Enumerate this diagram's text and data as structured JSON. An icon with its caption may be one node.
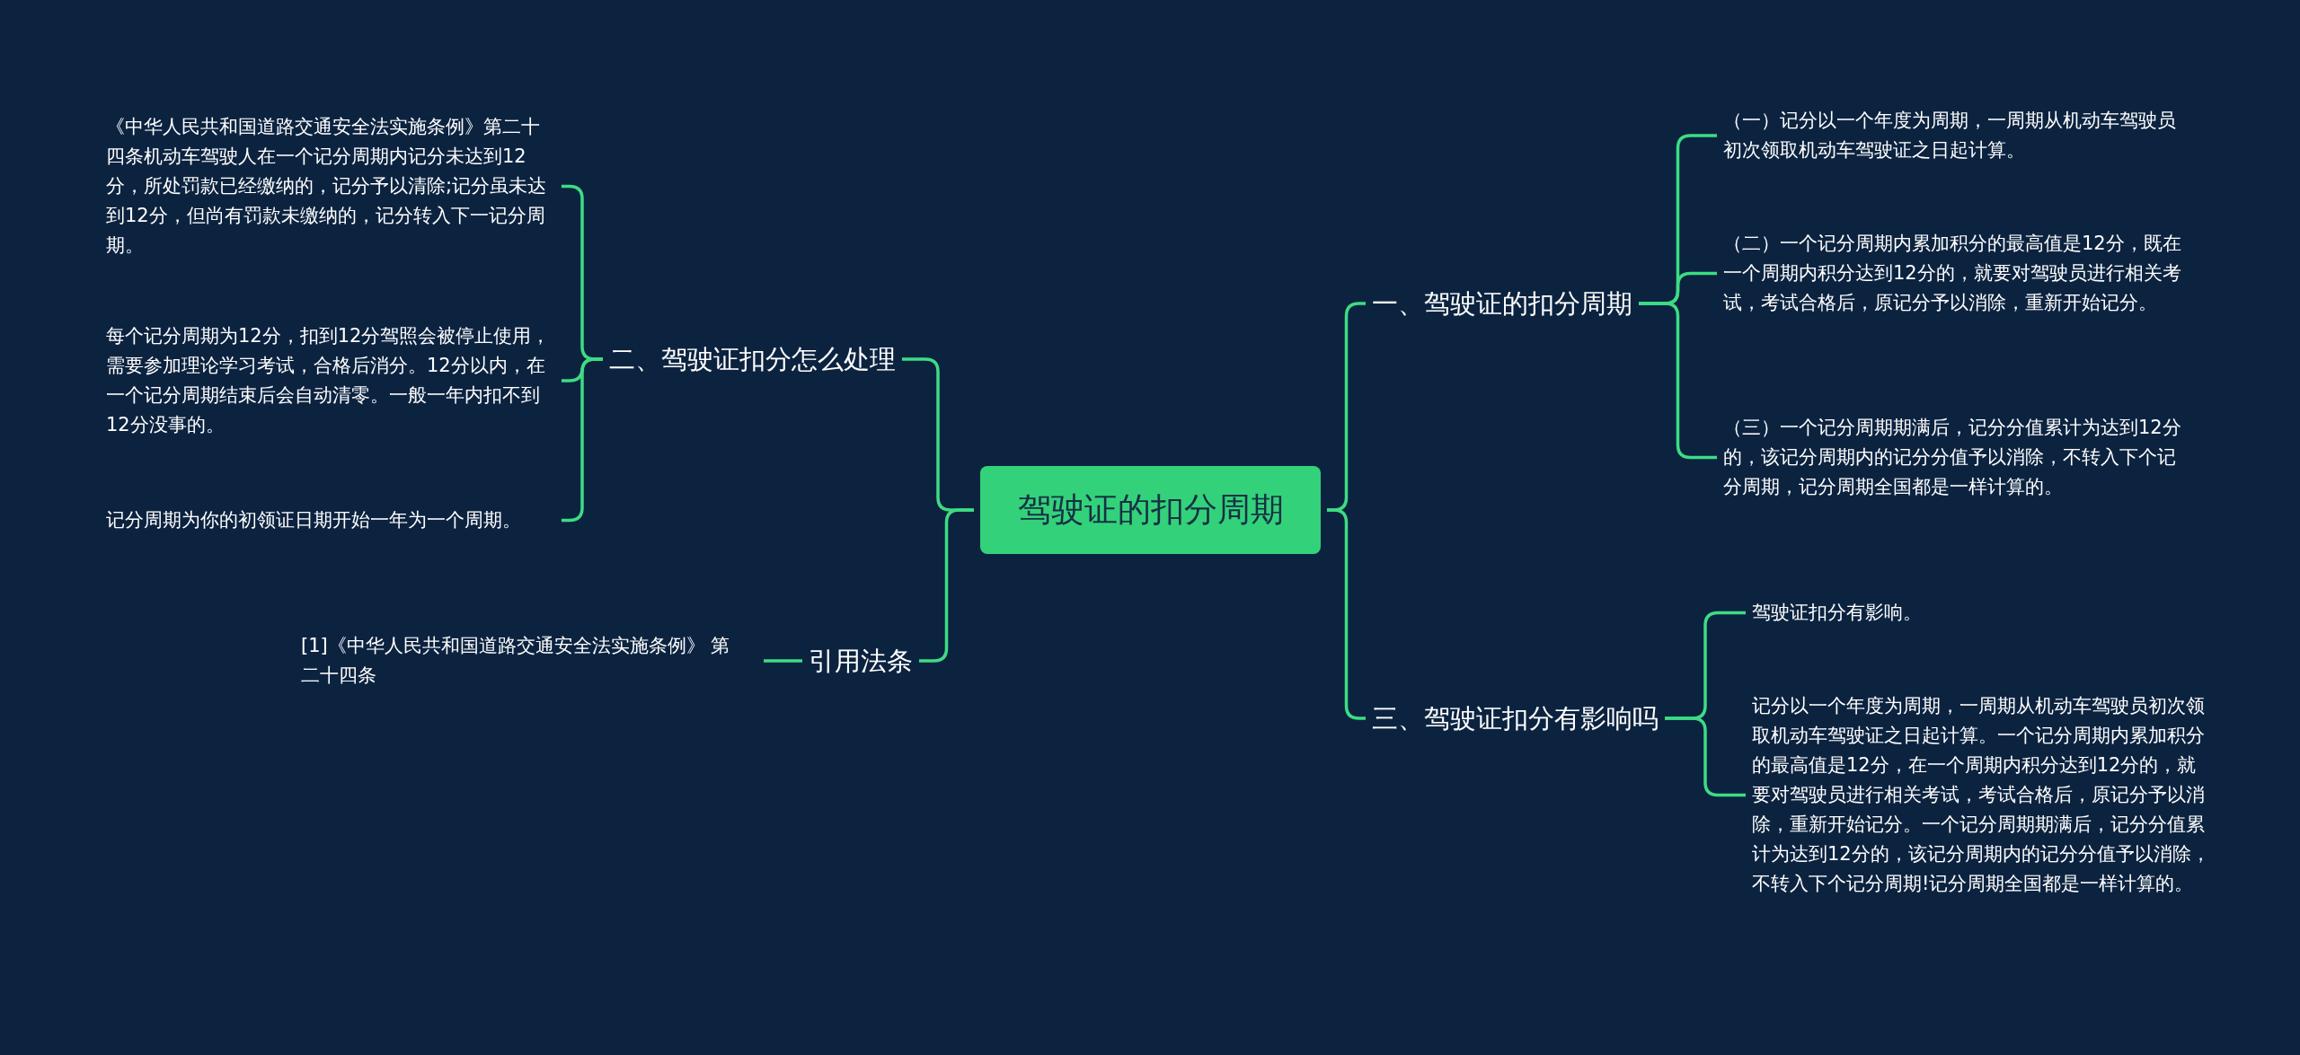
{
  "diagram": {
    "nodes": [
      {
        "text": [
          "驾驶证的扣分周期"
        ]
      },
      {
        "text": [
          "一、驾驶证的扣分周期"
        ]
      },
      {
        "text": [
          "（一）记分以一个年度为周期，一周期从机动车驾驶员初次领取机动车驾驶证之日起计算。"
        ]
      },
      {
        "text": [
          "（二）一个记分周期内累加积分的最高值是12分，既在一个周期内积分达到12分的，就要对驾驶员进行相关考试，考试合格后，原记分予以消除，重新开始记分。"
        ]
      },
      {
        "text": [
          "（三）一个记分周期期满后，记分分值累计为达到12分的，该记分周期内的记分分值予以消除，不转入下个记分周期，记分周期全国都是一样计算的。"
        ]
      },
      {
        "text": [
          "三、驾驶证扣分有影响吗"
        ]
      },
      {
        "text": [
          "驾驶证扣分有影响。"
        ]
      },
      {
        "text": [
          "记分以一个年度为周期，一周期从机动车驾驶员初次领取机动车驾驶证之日起计算。一个记分周期内累加积分的最高值是12分，在一个周期内积分达到12分的，就要对驾驶员进行相关考试，考试合格后，原记分予以消除，重新开始记分。一个记分周期期满后，记分分值累计为达到12分的，该记分周期内的记分分值予以消除，不转入下个记分周期!记分周期全国都是一样计算的。"
        ]
      },
      {
        "text": [
          "二、驾驶证扣分怎么处理"
        ]
      },
      {
        "text": [
          "《中华人民共和国道路交通安全法实施条例》第二十四条机动车驾驶人在一个记分周期内记分未达到12分，所处罚款已经缴纳的，记分予以清除;记分虽未达到12分，但尚有罚款未缴纳的，记分转入下一记分周期。"
        ]
      },
      {
        "text": [
          "每个记分周期为12分，扣到12分驾照会被停止使用，需要参加理论学习考试，合格后消分。12分以内，在一个记分周期结束后会自动清零。一般一年内扣不到12分没事的。"
        ]
      },
      {
        "text": [
          "记分周期为你的初领证日期开始一年为一个周期。"
        ]
      },
      {
        "text": [
          "引用法条"
        ]
      },
      {
        "text": [
          "[1]《中华人民共和国道路交通安全法实施条例》 第二十四条"
        ]
      }
    ],
    "edges": [
      {
        "from": 0,
        "to": 1,
        "arrow": "none"
      },
      {
        "from": 1,
        "to": 2,
        "arrow": "none"
      },
      {
        "from": 1,
        "to": 3,
        "arrow": "none"
      },
      {
        "from": 1,
        "to": 4,
        "arrow": "none"
      },
      {
        "from": 0,
        "to": 5,
        "arrow": "none"
      },
      {
        "from": 5,
        "to": 6,
        "arrow": "none"
      },
      {
        "from": 5,
        "to": 7,
        "arrow": "none"
      },
      {
        "from": 0,
        "to": 8,
        "arrow": "none"
      },
      {
        "from": 8,
        "to": 9,
        "arrow": "none"
      },
      {
        "from": 8,
        "to": 10,
        "arrow": "none"
      },
      {
        "from": 8,
        "to": 11,
        "arrow": "none"
      },
      {
        "from": 0,
        "to": 12,
        "arrow": "none"
      },
      {
        "from": 12,
        "to": 13,
        "arrow": "none"
      }
    ]
  }
}
